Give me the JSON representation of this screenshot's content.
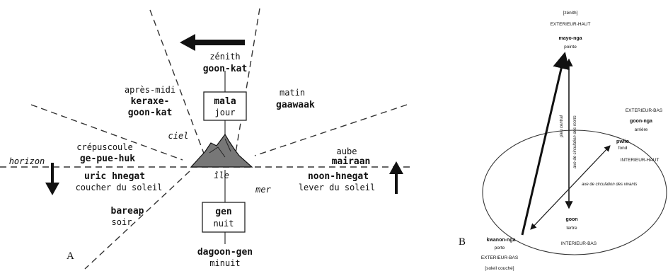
{
  "panel_a": {
    "letter": "A",
    "zenith": "zénith",
    "goon_kat": "goon-kat",
    "apres_midi": "après-midi",
    "keraxe": "keraxe-",
    "goon_kat_2": "goon-kat",
    "matin": "matin",
    "gaawaak": "gaawaak",
    "mala": "mala",
    "jour": "jour",
    "ciel": "ciel",
    "crepuscule": "crépuscoule",
    "ge_pue_huk": "ge-pue-huk",
    "horizon": "horizon",
    "uric_hnegat": "uric hnegat",
    "coucher": "coucher du soleil",
    "aube": "aube",
    "mairaan": "mairaan",
    "noon_hnegat": "noon-hnegat",
    "lever": "lever du soleil",
    "ile": "île",
    "mer": "mer",
    "bareap": "bareap",
    "soir": "soir",
    "gen": "gen",
    "nuit": "nuit",
    "dagoon_gen": "dagoon-gen",
    "minuit": "minuit"
  },
  "panel_b": {
    "letter": "B",
    "zenith": "[zénith]",
    "ext_haut": "EXTERIEUR-HAUT",
    "mayo_nga": "mayo-nga",
    "pointe": "pointe",
    "ext_bas_right": "EXTERIEUR-BAS",
    "goon_nga": "goon-nga",
    "arriere": "arrière",
    "pwiio": "pwiio",
    "fond": "fond",
    "int_haut": "INTERIEUR-HAUT",
    "axe_morts": "axe de circulation des morts",
    "pieu_central": "pieu central",
    "axe_vivants": "axe de circulation des vivants",
    "goon": "goon",
    "tertre": "tertre",
    "int_bas": "INTERIEUR-BAS",
    "kwanon_nga": "kwanon-nga",
    "porte": "porte",
    "ext_bas_bottom": "EXTERIEUR-BAS",
    "bottom_cut": "[soleil couché]"
  }
}
